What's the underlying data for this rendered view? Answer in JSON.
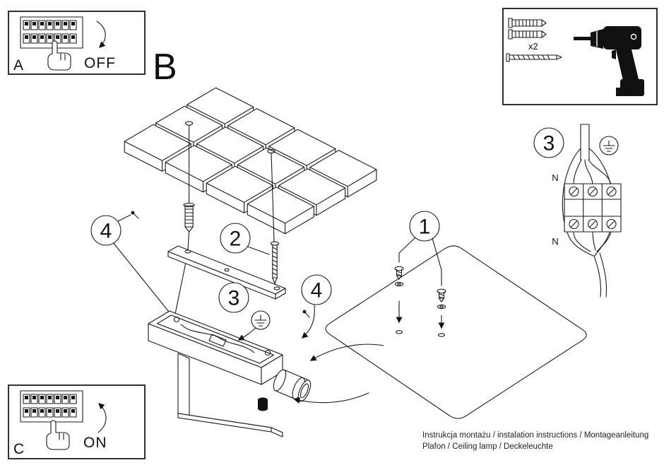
{
  "ink": "#1a1a1a",
  "panel_a": {
    "label": "A",
    "state": "OFF"
  },
  "panel_c": {
    "label": "C",
    "state": "ON"
  },
  "section_label": "B",
  "toolbox": {
    "plug_count": "x2"
  },
  "wiring": {
    "step": "3",
    "neutral_top": "N",
    "neutral_bottom": "N"
  },
  "callouts": {
    "glass_screws": "1",
    "bracket_screws": "2",
    "ground": "3",
    "anchor_left": "4",
    "anchor_right": "4"
  },
  "footer": {
    "line1": "Instrukcja montażu / instalation instructions / Montageanleitung",
    "line2": "Plafon / Ceiling lamp / Deckeleuchte"
  },
  "icons": {
    "breaker_panel": "circuit-breaker-strip",
    "hand": "pointing-hand",
    "drill": "power-drill",
    "wall_plug": "expansion-anchor",
    "screw": "mounting-screw",
    "ground": "earth-ground-symbol"
  }
}
